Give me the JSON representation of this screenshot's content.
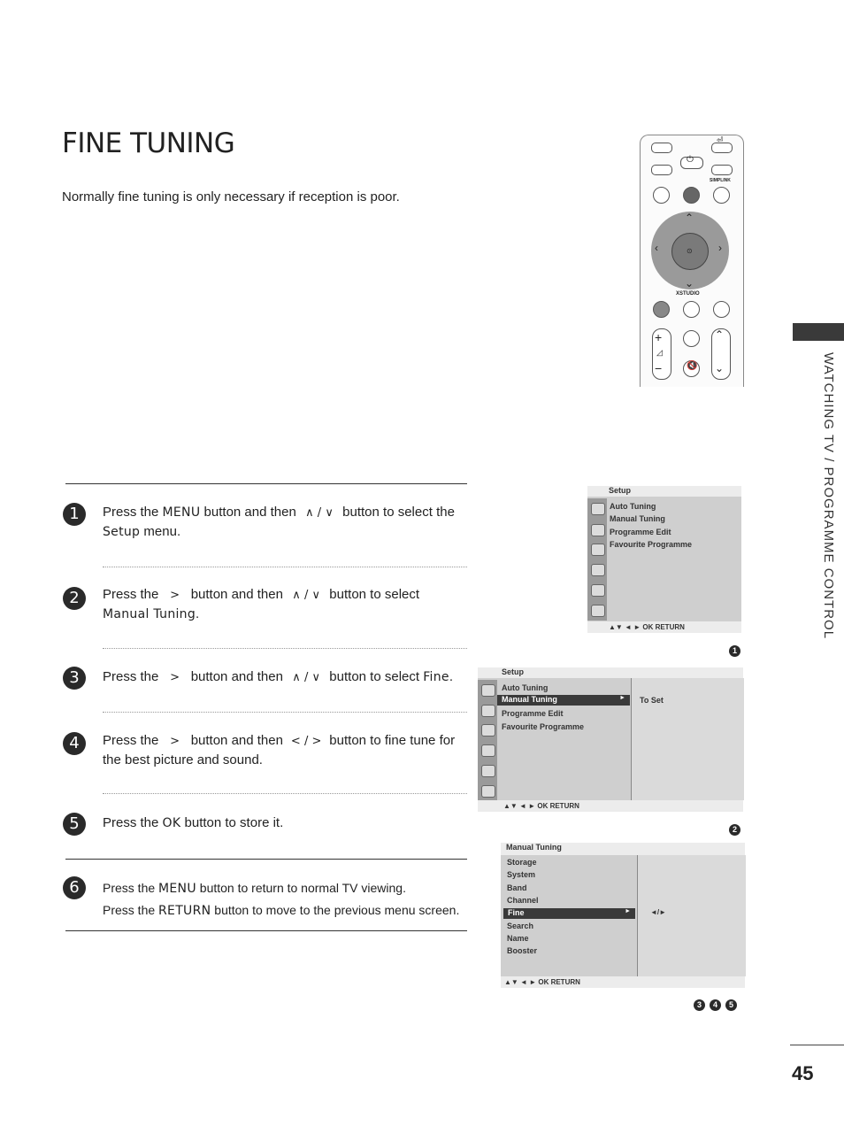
{
  "page": {
    "title": "FINE TUNING",
    "intro": "Normally fine tuning is only necessary if reception is poor.",
    "side_label": "WATCHING TV / PROGRAMME CONTROL",
    "page_number": "45"
  },
  "steps": [
    {
      "number": "1",
      "pre": "Press the ",
      "key": "MENU",
      "mid": " button and then ",
      "glyph": "∧ / ∨",
      "post": " button to select the ",
      "key2": "Setup",
      "tail": " menu."
    },
    {
      "number": "2",
      "pre": "Press the ",
      "glyph": ">",
      "mid": " button and then ",
      "glyph2": "∧ / ∨",
      "post": " button to select ",
      "key2": "Manual Tuning",
      "tail": "."
    },
    {
      "number": "3",
      "pre": "Press the ",
      "glyph": ">",
      "mid": " button and then ",
      "glyph2": "∧ / ∨",
      "post": " button to select ",
      "key2": "Fine",
      "tail": "."
    },
    {
      "number": "4",
      "pre": "Press the ",
      "glyph": ">",
      "mid": " button and then ",
      "glyph2": "< / >",
      "post": " button to fine tune for the best picture and sound."
    },
    {
      "number": "5",
      "pre": "Press the ",
      "key": "OK",
      "post": " button to store it."
    },
    {
      "number": "6",
      "line1_pre": "Press the ",
      "line1_key": "MENU",
      "line1_post": " button to return to normal TV viewing.",
      "line2_pre": "Press the ",
      "line2_key": "RETURN",
      "line2_post": " button to move to the previous menu screen."
    }
  ],
  "remote": {
    "brand": "XSTUDIO",
    "simplink": "SIMPLINK"
  },
  "screen1": {
    "header": "Setup",
    "items": [
      "Auto Tuning",
      "Manual Tuning",
      "Programme Edit",
      "Favourite Programme"
    ],
    "footer": "▲▼  ◄ ►  OK  RETURN",
    "badge": "1"
  },
  "screen2": {
    "header": "Setup",
    "items": [
      "Auto Tuning",
      "Manual Tuning",
      "Programme Edit",
      "Favourite Programme"
    ],
    "selected_arrow": "►",
    "right_text": "To Set",
    "footer": "▲▼  ◄ ►  OK  RETURN",
    "badge": "2"
  },
  "screen3": {
    "header": "Manual Tuning",
    "items": [
      "Storage",
      "System",
      "Band",
      "Channel",
      "Fine",
      "Search",
      "Name",
      "Booster"
    ],
    "selected_arrow": "►",
    "right_text": "◄/►",
    "footer": "▲▼  ◄ ►  OK  RETURN",
    "badges": [
      "3",
      "4",
      "5"
    ]
  }
}
